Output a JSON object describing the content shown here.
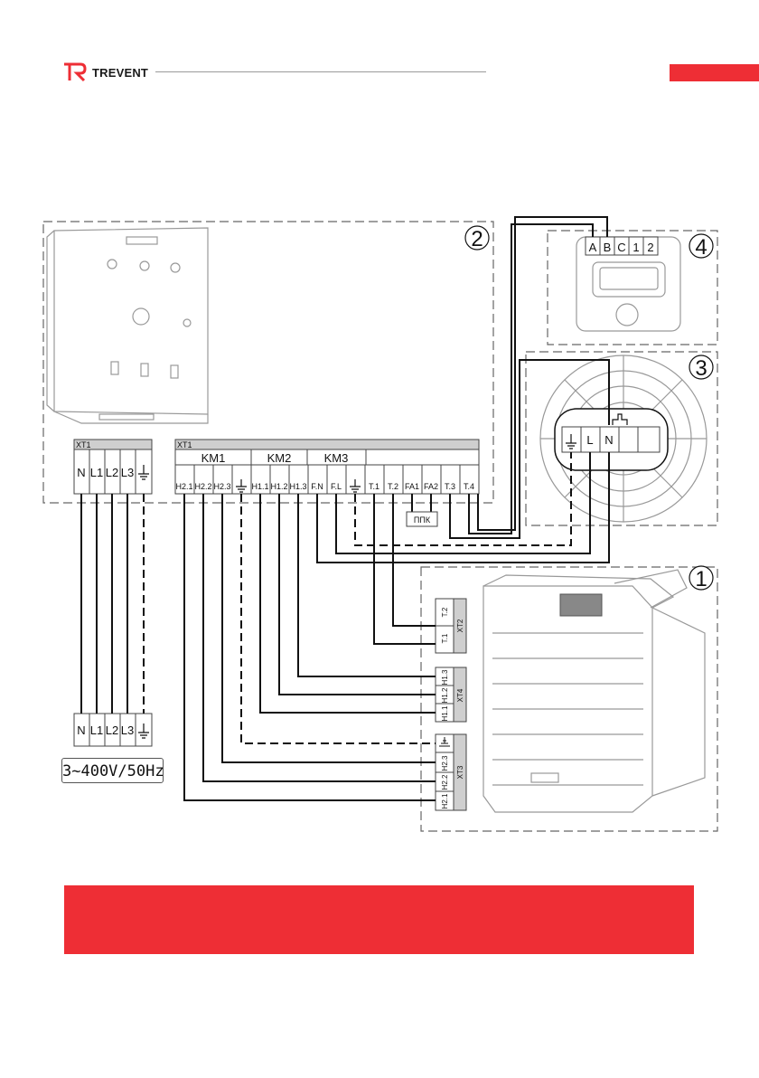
{
  "header": {
    "brand": "TREVENT",
    "accent_color": "#ee2e35"
  },
  "blocks": {
    "heater": {
      "number": "1",
      "xt2": [
        "T.1",
        "T.2"
      ],
      "xt2_name": "XT2",
      "xt4": [
        "H1.1",
        "H1.2",
        "H1.3"
      ],
      "xt4_name": "XT4",
      "xt3": [
        "H2.1",
        "H2.2",
        "H2.3"
      ],
      "xt3_name": "XT3"
    },
    "control_box": {
      "number": "2"
    },
    "fan": {
      "number": "3",
      "terminals": [
        "L",
        "N"
      ]
    },
    "controller": {
      "number": "4",
      "terminals": [
        "A",
        "B",
        "C",
        "1",
        "2"
      ]
    }
  },
  "terminal_strip_left": {
    "title": "XT1",
    "terminals": [
      "N",
      "L1",
      "L2",
      "L3"
    ]
  },
  "terminal_strip_main": {
    "title": "XT1",
    "groups": [
      "KM1",
      "KM2",
      "KM3"
    ],
    "terminals": [
      "H2.1",
      "H2.2",
      "H2.3",
      "H1.1",
      "H1.2",
      "H1.3",
      "F.N",
      "F.L",
      "T.1",
      "T.2",
      "FA1",
      "FA2",
      "T.3",
      "T.4"
    ]
  },
  "ppk_label": "ППК",
  "supply": {
    "terminals": [
      "N",
      "L1",
      "L2",
      "L3"
    ],
    "voltage": "3~400V/50Hz"
  }
}
